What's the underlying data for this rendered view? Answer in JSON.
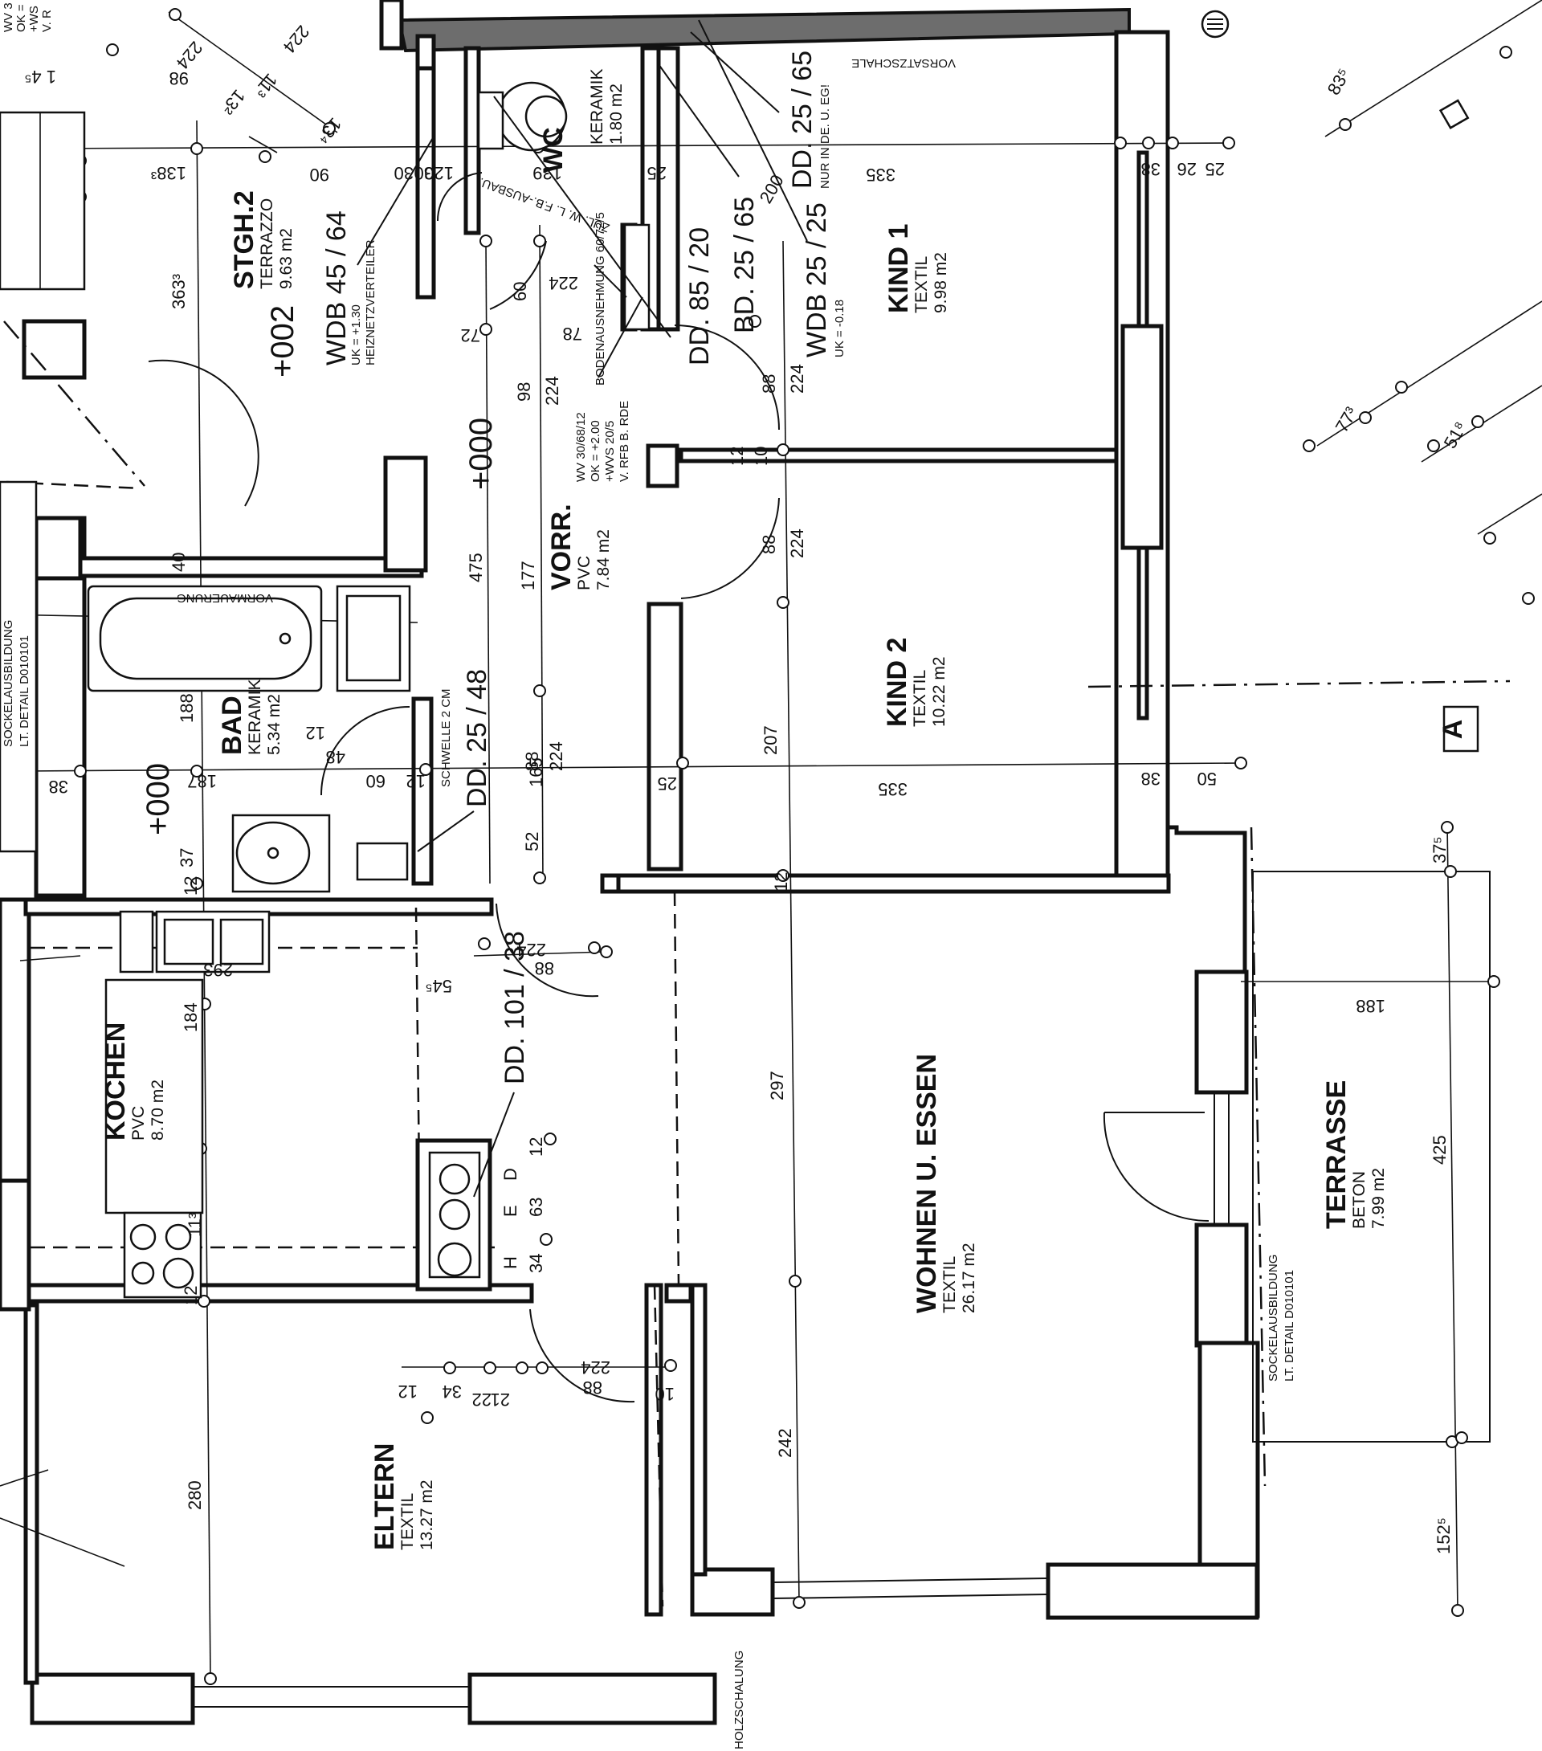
{
  "rooms": [
    {
      "name": "STGH.2",
      "material": "TERRAZZO",
      "area": "9.63 m2"
    },
    {
      "name": "WC",
      "material": "KERAMIK",
      "area": "1.80 m2"
    },
    {
      "name": "KIND 1",
      "material": "TEXTIL",
      "area": "9.98 m2"
    },
    {
      "name": "VORR.",
      "material": "PVC",
      "area": "7.84 m2"
    },
    {
      "name": "KIND 2",
      "material": "TEXTIL",
      "area": "10.22 m2"
    },
    {
      "name": "BAD",
      "material": "KERAMIK",
      "area": "5.34 m2"
    },
    {
      "name": "KOCHEN",
      "material": "PVC",
      "area": "8.70 m2"
    },
    {
      "name": "WOHNEN U. ESSEN",
      "material": "TEXTIL",
      "area": "26.17 m2"
    },
    {
      "name": "TERRASSE",
      "material": "BETON",
      "area": "7.99 m2"
    },
    {
      "name": "ELTERN",
      "material": "TEXTIL",
      "area": "13.27 m2"
    }
  ],
  "levels": [
    "+002",
    "+000",
    "+000"
  ],
  "openings": [
    {
      "label": "WDB 45 / 64",
      "note1": "UK = +1.30",
      "note2": "HEIZNETZVERTEILER"
    },
    {
      "label": "DD. 85 / 20"
    },
    {
      "label": "BD. 25 / 65"
    },
    {
      "label": "WDB 25 / 25",
      "note1": "UK = -0.18"
    },
    {
      "label": "DD. 25 / 65",
      "note1": "NUR IN DE. U. EG!"
    },
    {
      "label": "DD. 25 / 48",
      "note1": "SCHWELLE 2 CM"
    },
    {
      "label": "DD. 101 / 38"
    }
  ],
  "notes": {
    "vorsatzschale": "VORSATZSCHALE",
    "vormauerung": "VORMAUERUNG",
    "wv_line1": "WV 30/68/12",
    "wv_line2": "OK = +2.00",
    "wv_line3": "+WVS 20/5",
    "wv_line4": "V. RFB B. RDE",
    "bodenausnehmung": "BODENAUSNEHMUNG 60/72/5",
    "zuluft": "ZUL. W. L. F.B.-AUSBAU.",
    "sockel1": "SOCKELAUSBILDUNG",
    "sockel2": "LT. DETAIL D010101",
    "holzschalung": "HOLZSCHALUNG",
    "section": "A",
    "topleft1": "WV 3",
    "topleft2": "OK =",
    "topleft3": "+WS",
    "topleft4": "V. R"
  },
  "dims": {
    "d335a": "335",
    "d335b": "335",
    "d363": "363³",
    "d475": "475",
    "d177": "177",
    "d224a": "224",
    "d224b": "224",
    "d224c": "224",
    "d224d": "224",
    "d224e": "224",
    "d224f": "224",
    "d224g": "224",
    "d98": "98",
    "d88a": "88",
    "d88b": "88",
    "d88c": "88",
    "d88d": "88",
    "d88e": "88",
    "d207": "207",
    "d297": "297",
    "d242": "242",
    "d280": "280",
    "d188a": "188",
    "d188b": "188",
    "d187": "187",
    "d184": "184",
    "d37": "37",
    "d52": "52",
    "d165": "165",
    "d60a": "60",
    "d60b": "60",
    "d72": "72",
    "d78": "78",
    "d139": "139",
    "d138": "138³",
    "d120": "120",
    "d30a": "30",
    "d30b": "30",
    "d90": "90",
    "d25a": "25",
    "d25b": "25",
    "d25c": "25",
    "d26": "26",
    "d38a": "38",
    "d38b": "38",
    "d50": "50",
    "d48": "48",
    "d40": "40",
    "d12a": "12",
    "d12b": "12",
    "d12c": "12",
    "d12d": "12",
    "d10a": "10",
    "d10b": "10",
    "d10c": "10",
    "d63": "63",
    "d34a": "34",
    "d34b": "34",
    "d113": "11³",
    "d293": "293",
    "d545": "54⁵",
    "d425": "425",
    "d375": "37⁵",
    "d1525": "152⁵",
    "d835": "83⁵",
    "d773": "77³",
    "d518": "51⁸",
    "d145": "1 4⁵",
    "d132": "13²",
    "d224t": "224",
    "d114": "11³",
    "d98b": "98",
    "d131": "13⁴",
    "d224e2": "224",
    "d200": "200",
    "d65": "65",
    "d21": "21",
    "d22": "22"
  }
}
